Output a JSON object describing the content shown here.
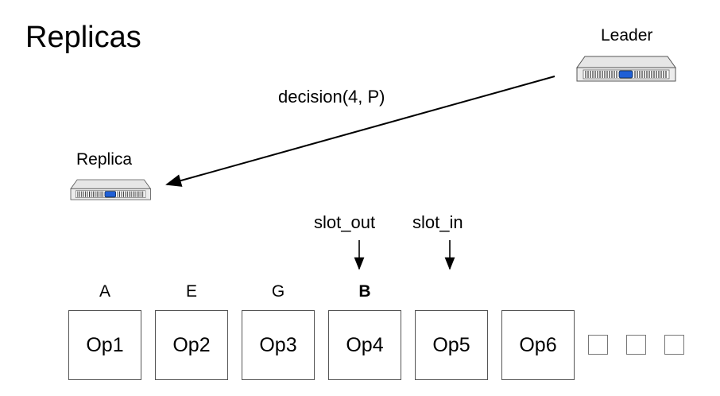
{
  "title": "Replicas",
  "leader": {
    "label": "Leader"
  },
  "replica": {
    "label": "Replica"
  },
  "message": {
    "label": "decision(4, P)"
  },
  "pointers": {
    "slot_out": "slot_out",
    "slot_in": "slot_in"
  },
  "slots": [
    {
      "op": "Op1",
      "command": "A",
      "bold": false
    },
    {
      "op": "Op2",
      "command": "E",
      "bold": false
    },
    {
      "op": "Op3",
      "command": "G",
      "bold": false
    },
    {
      "op": "Op4",
      "command": "B",
      "bold": true
    },
    {
      "op": "Op5",
      "command": "",
      "bold": false
    },
    {
      "op": "Op6",
      "command": "",
      "bold": false
    }
  ],
  "empty_slot_count": 3,
  "icons": {
    "server": "server-icon"
  }
}
